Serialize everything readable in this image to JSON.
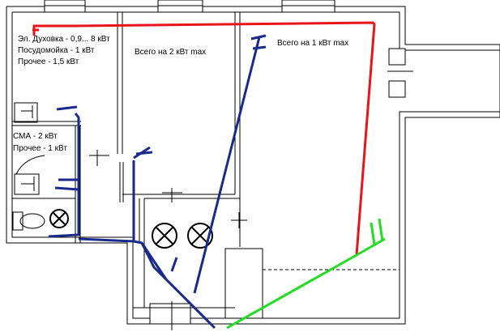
{
  "labels": {
    "kitchen_oven": "Эл. Духовка - 0,9... 8 кВт",
    "kitchen_dishwasher": "Посудомойка - 1 кВт",
    "kitchen_other": "Прочее - 1,5 кВт",
    "room1_total": "Всего на 2 кВт max",
    "room2_total": "Всего на 1 кВт max",
    "bath_washer": "СМА - 2 кВт",
    "bath_other": "Прочее - 1 кВт"
  },
  "colors": {
    "walls": "#000000",
    "line_red": "#e8141c",
    "line_blue": "#1a2a8c",
    "line_green": "#22dd22",
    "background": "#ffffff"
  },
  "icons": [
    "ceiling-lamp-icon",
    "toilet-icon",
    "sink-icon"
  ]
}
